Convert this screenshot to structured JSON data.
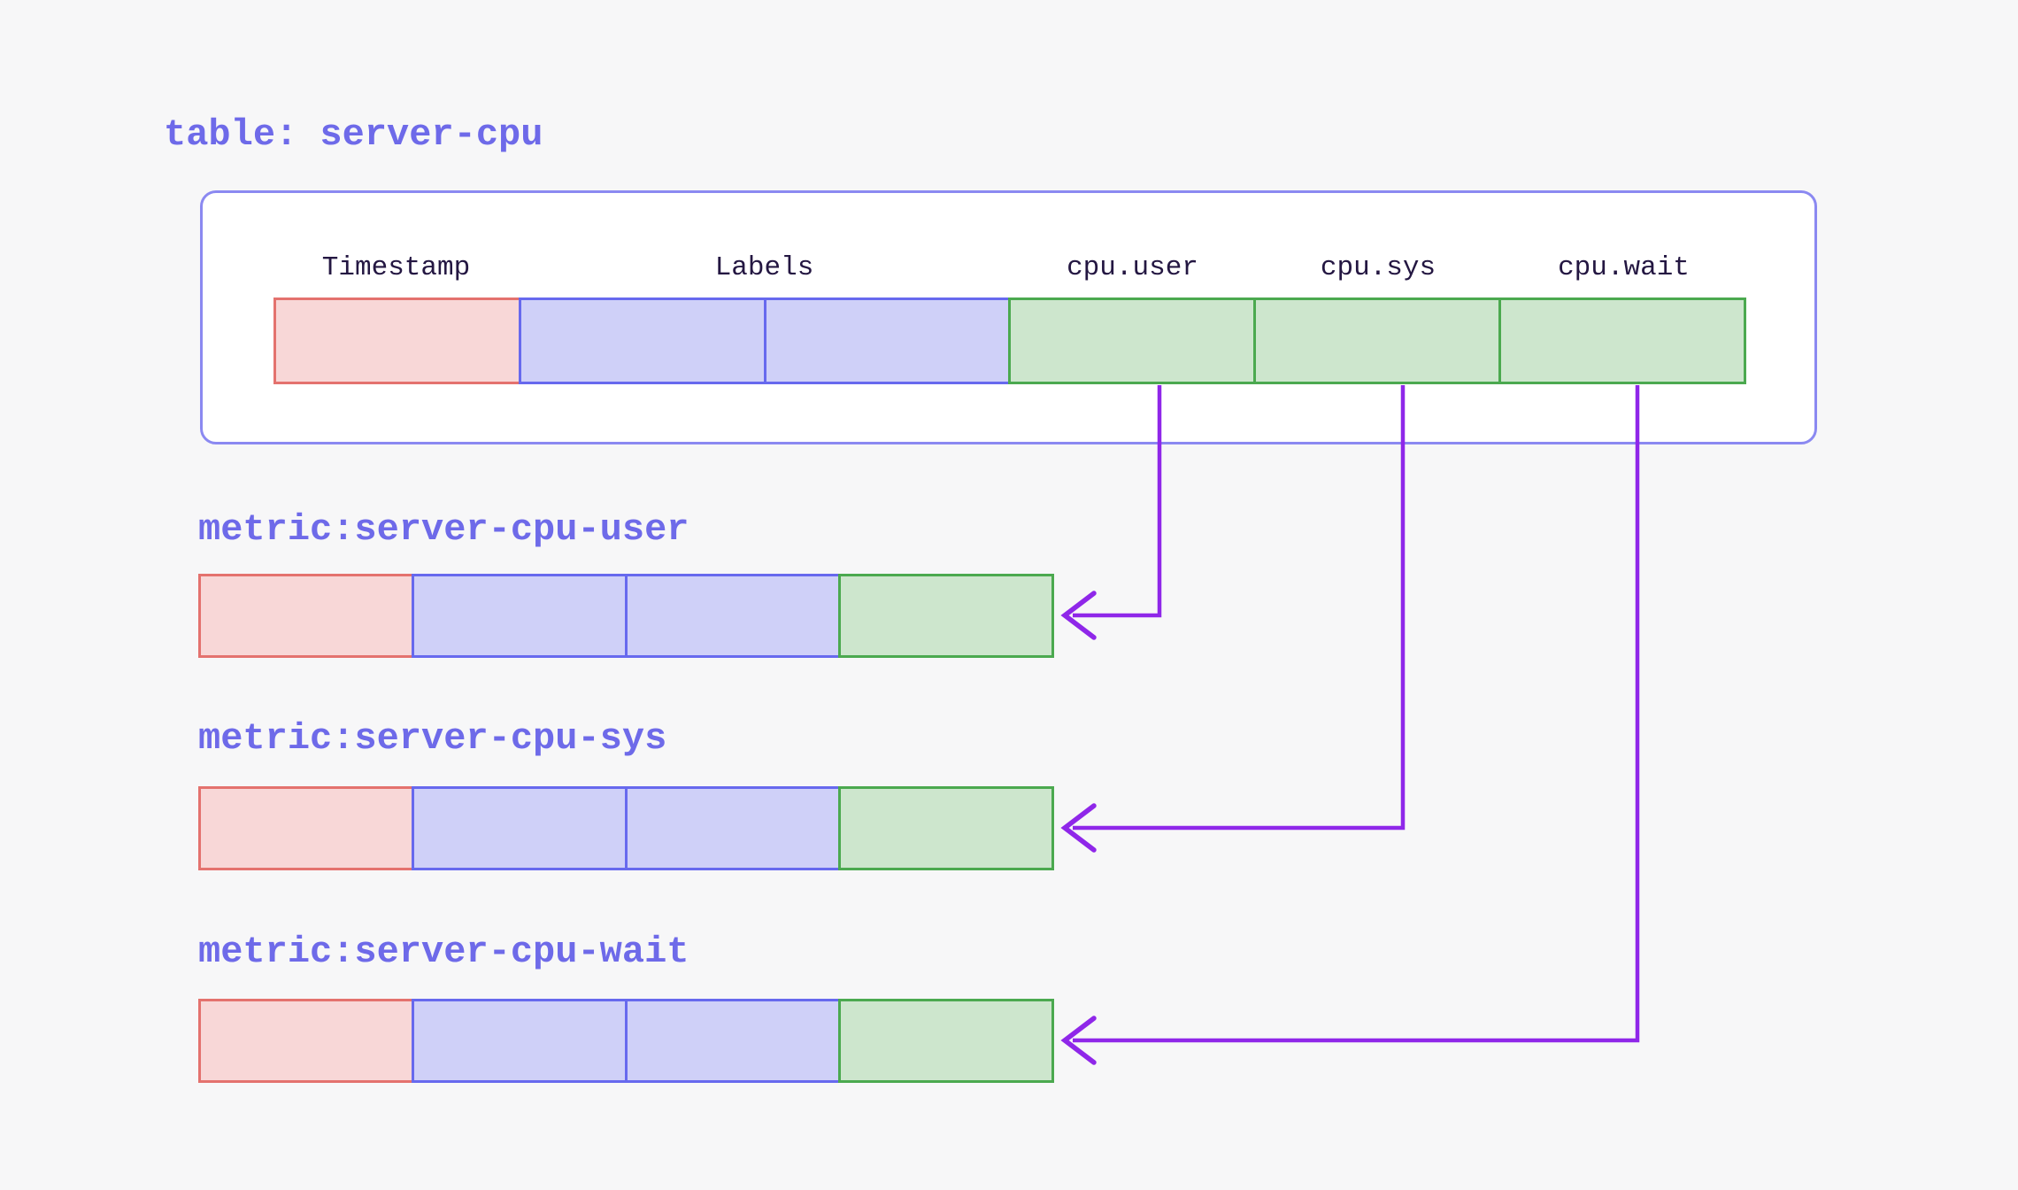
{
  "colors": {
    "bg": "#f7f7f8",
    "panel": "#ffffff",
    "panel_border": "#8b89f1",
    "title_text": "#6e6ae9",
    "header_text": "#241742",
    "pink_fill": "#f8d7d7",
    "pink_border": "#e4726e",
    "blue_fill": "#cfd0f8",
    "blue_border": "#6769ee",
    "green_fill": "#cde6cd",
    "green_border": "#4ba94f",
    "arrow": "#8f27e9"
  },
  "table": {
    "title": "table: server-cpu",
    "columns": [
      "Timestamp",
      "Labels",
      "cpu.user",
      "cpu.sys",
      "cpu.wait"
    ]
  },
  "metrics": [
    {
      "title": "metric:server-cpu-user"
    },
    {
      "title": "metric:server-cpu-sys"
    },
    {
      "title": "metric:server-cpu-wait"
    }
  ]
}
